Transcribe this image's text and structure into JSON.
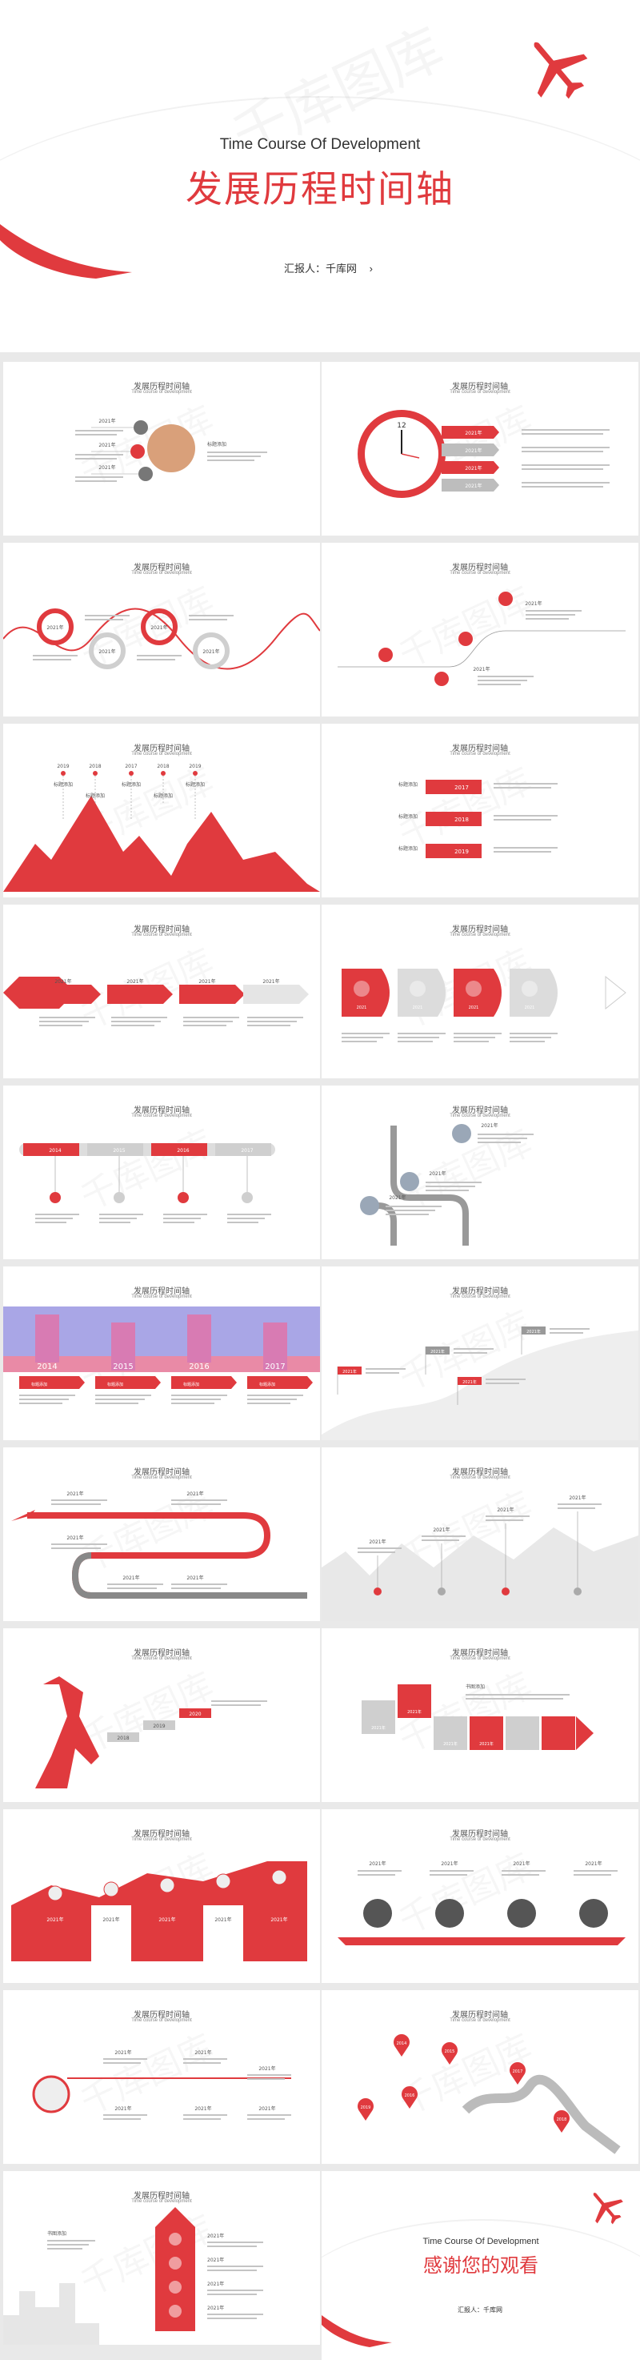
{
  "cover": {
    "title_en": "Time Course Of Development",
    "title_cn": "发展历程时间轴",
    "reporter": "汇报人：千库网",
    "reporter_arrow": "›",
    "watermark": "千库图库"
  },
  "slide_common": {
    "title": "发展历程时间轴",
    "subtitle": "Time course of development",
    "watermark": "千库图库"
  },
  "colors": {
    "accent": "#e03a3e",
    "gray": "#cfcfcf",
    "dark": "#555555"
  },
  "slides": [
    {
      "id": "s1",
      "years": [
        "2021年",
        "2021年",
        "2021年"
      ],
      "label": "标题添加"
    },
    {
      "id": "s2",
      "years": [
        "2021年",
        "2021年",
        "2021年",
        "2021年"
      ],
      "clock": "12"
    },
    {
      "id": "s3",
      "years": [
        "2021年",
        "2021年",
        "2021年",
        "2021年"
      ]
    },
    {
      "id": "s4",
      "years": [
        "2021年",
        "2021年"
      ]
    },
    {
      "id": "s5",
      "years": [
        "2019",
        "2018",
        "2017",
        "2018",
        "2019"
      ],
      "labels": [
        "标题添加",
        "标题添加",
        "标题添加",
        "标题添加",
        "标题添加"
      ]
    },
    {
      "id": "s6",
      "years": [
        "2017",
        "2018",
        "2019"
      ],
      "labels": [
        "标题添加",
        "标题添加",
        "标题添加"
      ]
    },
    {
      "id": "s7",
      "years": [
        "2021年",
        "2021年",
        "2021年",
        "2021年"
      ]
    },
    {
      "id": "s8",
      "years": [
        "2021",
        "2021",
        "2021",
        "2021"
      ]
    },
    {
      "id": "s9",
      "years": [
        "2014",
        "2015",
        "2016",
        "2017"
      ]
    },
    {
      "id": "s10",
      "years": [
        "2021年",
        "2021年",
        "2021年"
      ]
    },
    {
      "id": "s11",
      "years": [
        "2014",
        "2015",
        "2016",
        "2017"
      ],
      "labels": [
        "标题添加",
        "标题添加",
        "标题添加",
        "标题添加"
      ]
    },
    {
      "id": "s12",
      "years": [
        "2021年",
        "2021年",
        "2021年",
        "2021年"
      ]
    },
    {
      "id": "s13",
      "years": [
        "2021年",
        "2021年",
        "2021年",
        "2021年",
        "2021年"
      ]
    },
    {
      "id": "s14",
      "years": [
        "2021年",
        "2021年",
        "2021年",
        "2021年"
      ]
    },
    {
      "id": "s15",
      "years": [
        "2018",
        "2019",
        "2020"
      ]
    },
    {
      "id": "s16",
      "years": [
        "2021年",
        "2021年",
        "2021年",
        "2021年"
      ],
      "label": "书图添加"
    },
    {
      "id": "s17",
      "years": [
        "2021年",
        "2021年",
        "2021年",
        "2021年",
        "2021年"
      ]
    },
    {
      "id": "s18",
      "years": [
        "2021年",
        "2021年",
        "2021年",
        "2021年"
      ]
    },
    {
      "id": "s19",
      "years": [
        "2021年",
        "2021年",
        "2021年",
        "2021年",
        "2021年",
        "2021年"
      ]
    },
    {
      "id": "s20",
      "years": [
        "2014",
        "2015",
        "2016",
        "2017",
        "2018",
        "2019"
      ]
    },
    {
      "id": "s21",
      "years": [
        "2021年",
        "2021年",
        "2021年",
        "2021年"
      ],
      "label": "书图添加"
    }
  ],
  "end": {
    "title_en": "Time Course Of Development",
    "title_cn": "感谢您的观看",
    "reporter": "汇报人：千库网"
  }
}
